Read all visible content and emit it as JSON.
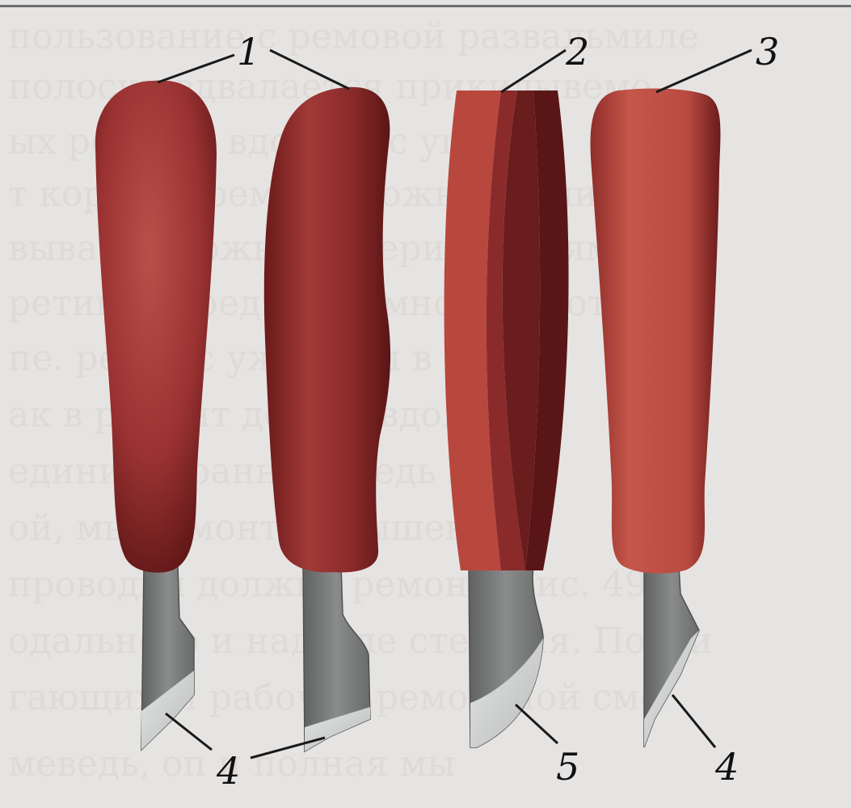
{
  "callouts": [
    {
      "id": "1",
      "text": "1"
    },
    {
      "id": "2",
      "text": "2"
    },
    {
      "id": "3",
      "text": "3"
    },
    {
      "id": "4a",
      "text": "4"
    },
    {
      "id": "5",
      "text": "5"
    },
    {
      "id": "4b",
      "text": "4"
    }
  ],
  "colors": {
    "background": "#e6e4e2",
    "handle_dark": "#7a1f1f",
    "handle_mid": "#a43636",
    "handle_light": "#c2503f",
    "blade_dark": "#6f7170",
    "blade_light": "#d2d4d3",
    "text": "#111111"
  },
  "icons": [
    "knife-handle-rounded",
    "knife-handle-curved",
    "knife-handle-faceted",
    "knife-handle-flat",
    "blade-skew",
    "blade-hooked"
  ]
}
